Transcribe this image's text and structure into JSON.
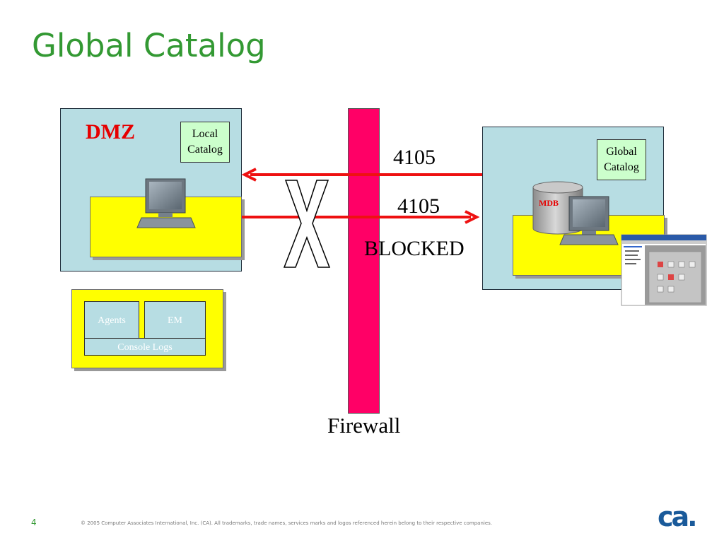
{
  "slide": {
    "title": "Global Catalog",
    "page_number": "4",
    "footer": "© 2005 Computer Associates International, Inc. (CA). All trademarks, trade names, services marks and logos referenced herein belong to their respective companies.",
    "logo_text": "ca."
  },
  "dmz": {
    "label": "DMZ",
    "local_catalog": [
      "Local",
      "Catalog"
    ]
  },
  "right_zone": {
    "global_catalog": [
      "Global",
      "Catalog"
    ],
    "mdb_label": "MDB"
  },
  "connections": {
    "port_top": "4105",
    "port_bottom": "4105",
    "blocked_label": "BLOCKED",
    "firewall_label": "Firewall"
  },
  "legend": {
    "agents": "Agents",
    "em": "EM",
    "console_logs": "Console Logs"
  },
  "colors": {
    "title": "#339933",
    "zone": "#b7dde3",
    "yellow": "#ffff00",
    "firewall": "#ff0066",
    "arrow": "#ee1111",
    "dmz_text": "#e60000",
    "catalog_box": "#ccffcc"
  }
}
